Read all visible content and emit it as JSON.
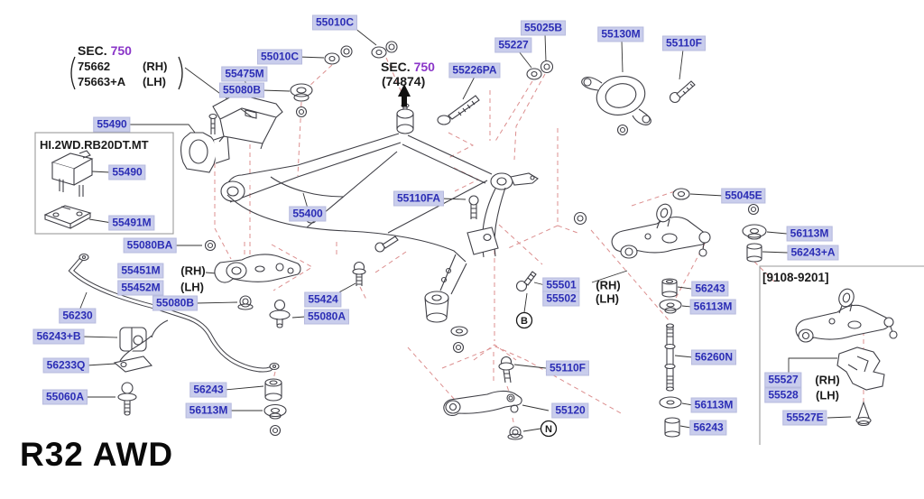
{
  "title": "R32 AWD",
  "colors": {
    "label_bg": "#c9cdec",
    "label_text": "#2b2db5",
    "dashed": "#dc8f8f",
    "line": "#3f3f46",
    "purple": "#8a35c8"
  },
  "insets": {
    "left_heading": "HI.2WD.RB20DT.MT",
    "right_heading": "[9108-9201]"
  },
  "section_notes": {
    "left": {
      "sec": "SEC.",
      "num": "750",
      "rows": [
        {
          "part": "75662",
          "side": "(RH)"
        },
        {
          "part": "75663+A",
          "side": "(LH)"
        }
      ]
    },
    "center": {
      "sec": "SEC.",
      "num": "750",
      "sub": "(74874)"
    }
  },
  "side_markers": {
    "rh": "(RH)",
    "lh": "(LH)"
  },
  "callout_circles": {
    "b": "B",
    "n": "N"
  },
  "part_labels": [
    {
      "text": "55010C"
    },
    {
      "text": "55025B"
    },
    {
      "text": "55130M"
    },
    {
      "text": "55110F"
    },
    {
      "text": "55227"
    },
    {
      "text": "55010C"
    },
    {
      "text": "55226PA"
    },
    {
      "text": "55475M"
    },
    {
      "text": "55080B"
    },
    {
      "text": "55490"
    },
    {
      "text": "55490"
    },
    {
      "text": "55110FA"
    },
    {
      "text": "55045E"
    },
    {
      "text": "55400"
    },
    {
      "text": "55491M"
    },
    {
      "text": "56113M"
    },
    {
      "text": "55080BA"
    },
    {
      "text": "56243+A"
    },
    {
      "text": "55451M"
    },
    {
      "text": "55452M"
    },
    {
      "text": "55501"
    },
    {
      "text": "55502"
    },
    {
      "text": "56243"
    },
    {
      "text": "55424"
    },
    {
      "text": "56113M"
    },
    {
      "text": "55080B"
    },
    {
      "text": "56230"
    },
    {
      "text": "55080A"
    },
    {
      "text": "56243+B"
    },
    {
      "text": "56260N"
    },
    {
      "text": "56233Q"
    },
    {
      "text": "55110F"
    },
    {
      "text": "55527"
    },
    {
      "text": "55528"
    },
    {
      "text": "56243"
    },
    {
      "text": "55060A"
    },
    {
      "text": "56113M"
    },
    {
      "text": "55120"
    },
    {
      "text": "56113M"
    },
    {
      "text": "55527E"
    },
    {
      "text": "56243"
    }
  ]
}
